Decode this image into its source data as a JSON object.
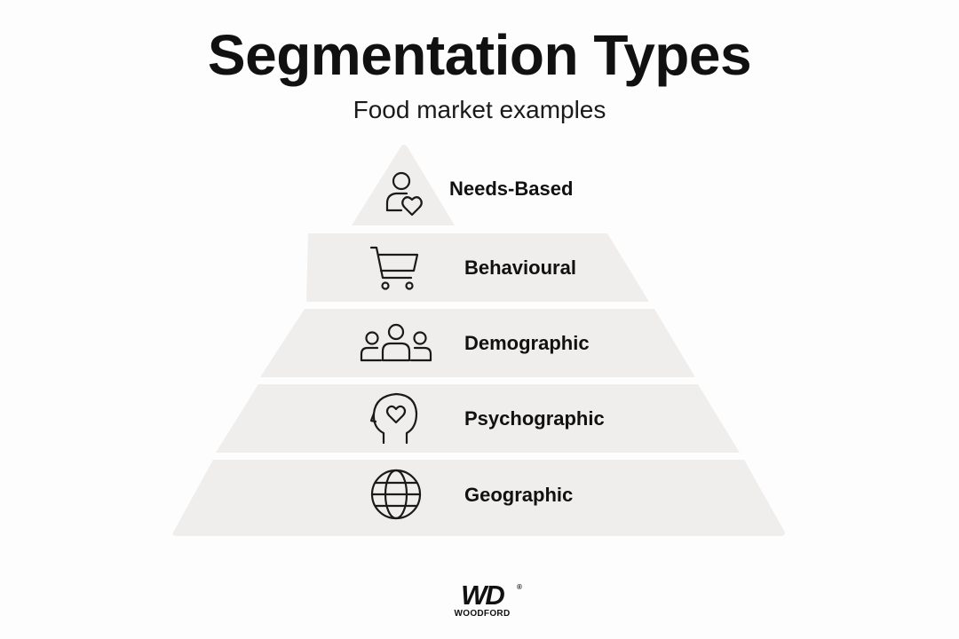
{
  "header": {
    "title": "Segmentation Types",
    "subtitle": "Food market examples"
  },
  "pyramid": {
    "tiers": [
      {
        "label": "Needs-Based",
        "icon": "person-heart-icon"
      },
      {
        "label": "Behavioural",
        "icon": "shopping-cart-icon"
      },
      {
        "label": "Demographic",
        "icon": "people-group-icon"
      },
      {
        "label": "Psychographic",
        "icon": "head-heart-icon"
      },
      {
        "label": "Geographic",
        "icon": "globe-icon"
      }
    ]
  },
  "logo": {
    "mark": "WD",
    "registered": "®",
    "wordmark": "WOODFORD"
  },
  "colors": {
    "tier_fill": "#efeeed",
    "text": "#111111",
    "background": "#fdfdfd"
  }
}
